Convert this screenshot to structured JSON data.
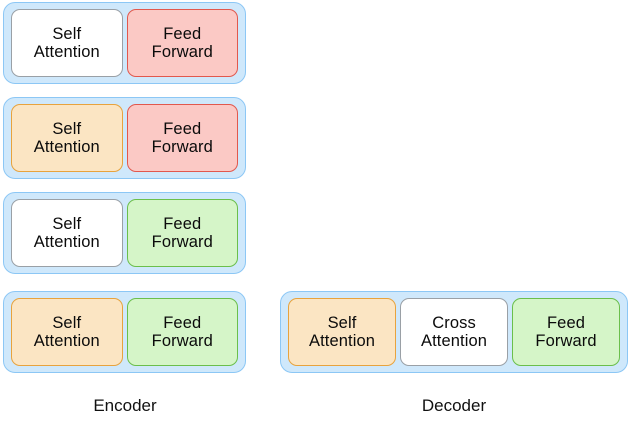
{
  "diagram": {
    "title_encoder": "Encoder",
    "title_decoder": "Decoder",
    "labels": {
      "self_attention_line1": "Self",
      "self_attention_line2": "Attention",
      "cross_attention_line1": "Cross",
      "cross_attention_line2": "Attention",
      "feed_forward_line1": "Feed",
      "feed_forward_line2": "Forward"
    },
    "colors": {
      "container_fill": "#cfe8fb",
      "container_border": "#8cc7f5",
      "white_fill": "#ffffff",
      "white_border": "#9aa0a6",
      "orange_fill": "#fbe5c3",
      "orange_border": "#e8a33d",
      "red_fill": "#fbc9c5",
      "red_border": "#e2584d",
      "green_fill": "#d5f5c8",
      "green_border": "#6bbf4b",
      "text": "#0b0b0b",
      "background": "#ffffff"
    },
    "encoder_layers": [
      {
        "index": 1,
        "cells": [
          {
            "name": "self-attention",
            "color": "white",
            "line1": "Self",
            "line2": "Attention"
          },
          {
            "name": "feed-forward",
            "color": "red",
            "line1": "Feed",
            "line2": "Forward"
          }
        ]
      },
      {
        "index": 2,
        "cells": [
          {
            "name": "self-attention",
            "color": "orange",
            "line1": "Self",
            "line2": "Attention"
          },
          {
            "name": "feed-forward",
            "color": "red",
            "line1": "Feed",
            "line2": "Forward"
          }
        ]
      },
      {
        "index": 3,
        "cells": [
          {
            "name": "self-attention",
            "color": "white",
            "line1": "Self",
            "line2": "Attention"
          },
          {
            "name": "feed-forward",
            "color": "green",
            "line1": "Feed",
            "line2": "Forward"
          }
        ]
      },
      {
        "index": 4,
        "cells": [
          {
            "name": "self-attention",
            "color": "orange",
            "line1": "Self",
            "line2": "Attention"
          },
          {
            "name": "feed-forward",
            "color": "green",
            "line1": "Feed",
            "line2": "Forward"
          }
        ]
      }
    ],
    "decoder_layers": [
      {
        "index": 1,
        "cells": [
          {
            "name": "self-attention",
            "color": "orange",
            "line1": "Self",
            "line2": "Attention"
          },
          {
            "name": "cross-attention",
            "color": "white",
            "line1": "Cross",
            "line2": "Attention"
          },
          {
            "name": "feed-forward",
            "color": "green",
            "line1": "Feed",
            "line2": "Forward"
          }
        ]
      }
    ]
  }
}
